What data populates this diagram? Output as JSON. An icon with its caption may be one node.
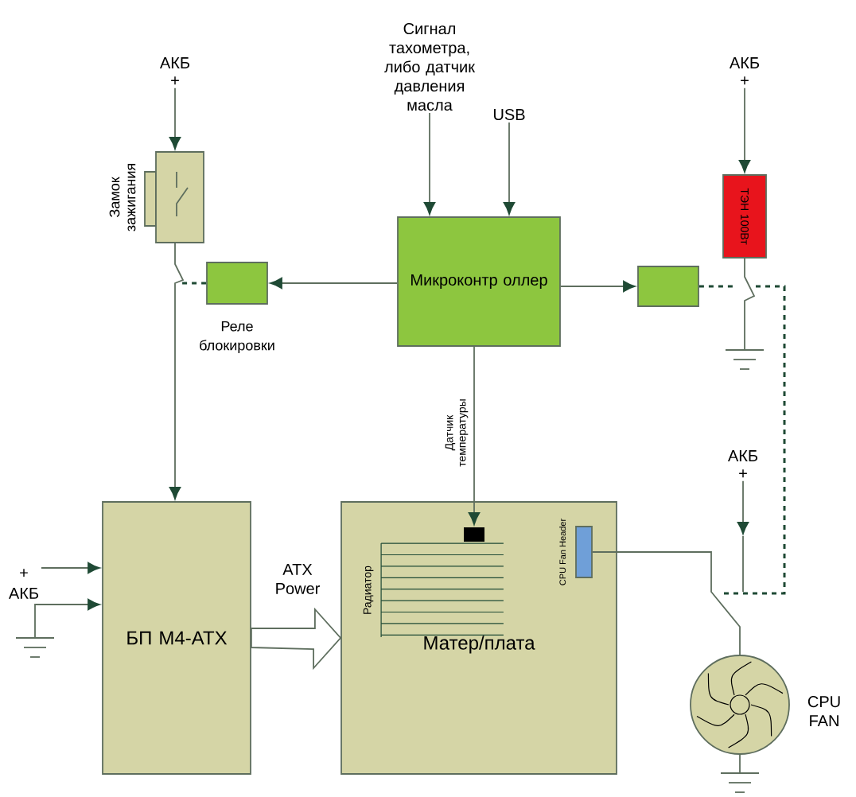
{
  "diagram": {
    "nodes": [
      {
        "text": [
          "Сигнал тахометра, либо датчик давления масла"
        ]
      },
      {
        "text": [
          "USB"
        ]
      },
      {
        "text": [
          "АКБ",
          "+"
        ]
      },
      {
        "text": [],
        "shape": "box",
        "beside": [
          "Замок зажигания"
        ]
      },
      {
        "text": [
          "Микроконтр оллер"
        ]
      },
      {
        "text": [],
        "shape": "box",
        "beside": [
          "Реле блокировки"
        ]
      },
      {
        "text": [],
        "shape": "box"
      },
      {
        "text": [
          "АКБ",
          "+"
        ]
      },
      {
        "text": [
          "ТЭН 100Вт"
        ]
      },
      {
        "text": [
          "БП M4-ATX"
        ]
      },
      {
        "text": [
          "Матер/плата"
        ]
      },
      {
        "text": [],
        "shape": "box",
        "beside": [
          "Радиатор"
        ],
        "in": 10
      },
      {
        "text": [],
        "shape": "box",
        "in": 10
      },
      {
        "text": [],
        "shape": "box",
        "beside": [
          "CPU Fan Header"
        ],
        "in": 10
      },
      {
        "text": [
          "+",
          "АКБ"
        ]
      },
      {
        "text": [],
        "shape": "ground"
      },
      {
        "text": [
          "АКБ",
          "+"
        ]
      },
      {
        "text": [],
        "shape": "circle",
        "beside": [
          "CPU FAN"
        ]
      },
      {
        "text": [],
        "shape": "ground"
      },
      {
        "text": [],
        "shape": "ground"
      }
    ],
    "edges": [
      {
        "from": 0,
        "to": 4,
        "arrow": "to"
      },
      {
        "from": 1,
        "to": 4,
        "arrow": "to"
      },
      {
        "from": 2,
        "to": 3,
        "arrow": "to"
      },
      {
        "from": 7,
        "to": 8,
        "arrow": "to"
      },
      {
        "from": 4,
        "to": 5,
        "arrow": "to"
      },
      {
        "from": 4,
        "to": 6,
        "arrow": "to"
      },
      {
        "from": 3,
        "to": 9,
        "arrow": "to"
      },
      {
        "from": 5,
        "to": null,
        "arrow": "none",
        "style": "dashed"
      },
      {
        "from": 6,
        "to": null,
        "arrow": "none",
        "style": "dashed"
      },
      {
        "from": 8,
        "to": 18,
        "arrow": "none"
      },
      {
        "from": 4,
        "to": 12,
        "arrow": "to",
        "label": "Датчик температуры"
      },
      {
        "from": 14,
        "to": 9,
        "arrow": "to"
      },
      {
        "from": 15,
        "to": 9,
        "arrow": "to"
      },
      {
        "from": 9,
        "to": 10,
        "arrow": "to",
        "label": "ATX Power",
        "style": "thick"
      },
      {
        "from": 13,
        "to": 17,
        "arrow": "none"
      },
      {
        "from": 16,
        "to": null,
        "arrow": "to"
      },
      {
        "from": 17,
        "to": 19,
        "arrow": "none"
      }
    ]
  }
}
